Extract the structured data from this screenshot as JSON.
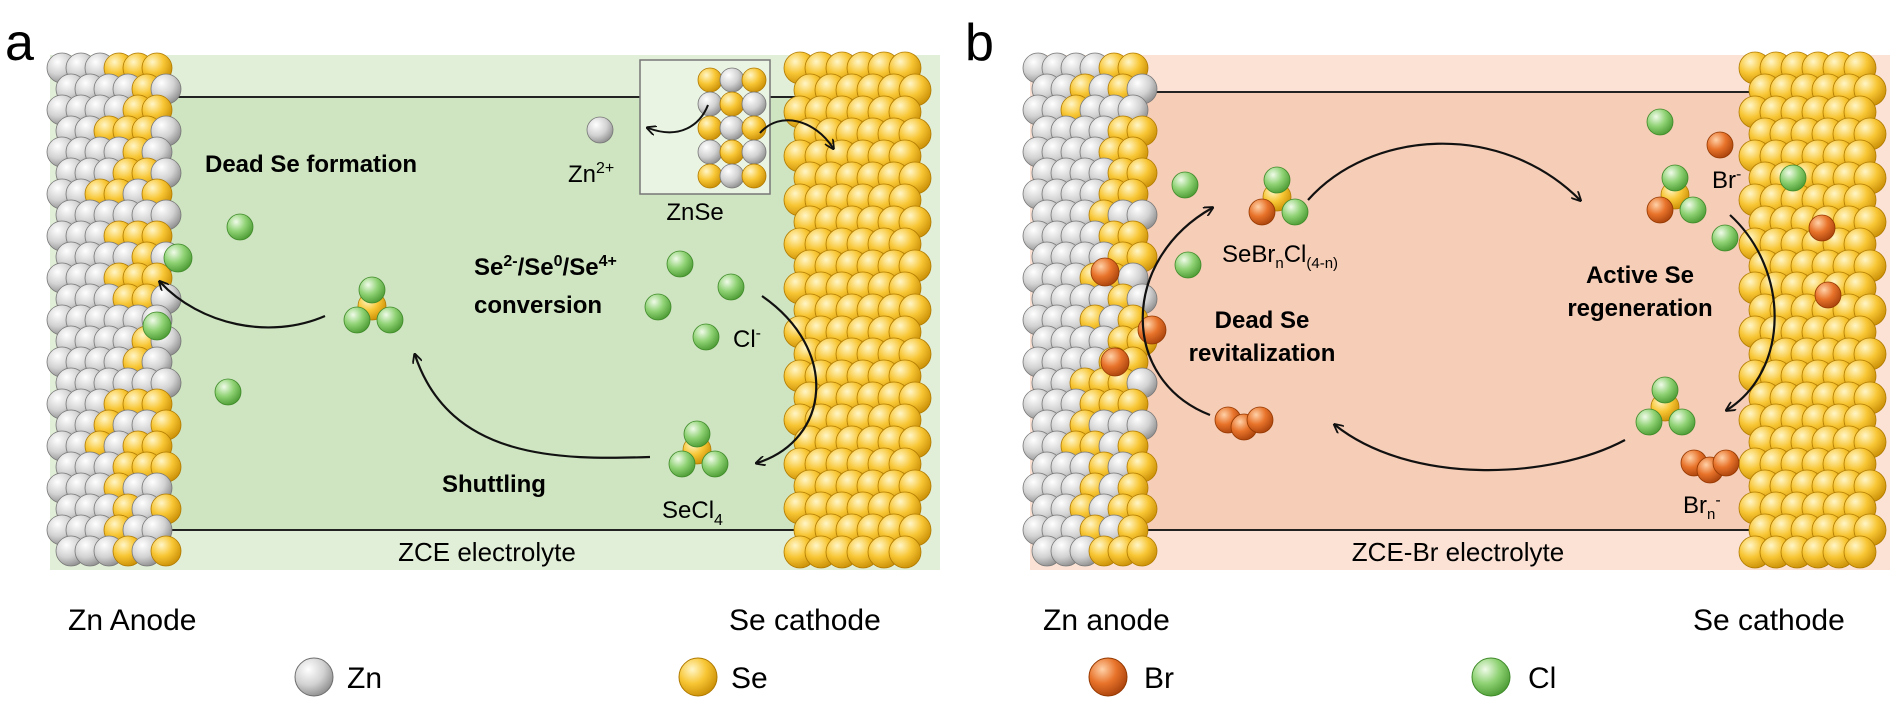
{
  "colors": {
    "zn": "#cfcfcf",
    "se": "#f7c534",
    "br": "#e8732a",
    "cl": "#8ccf72",
    "bg_a": "#d3e7c6",
    "bg_a_light": "#e3f0d9",
    "bg_b": "#f6cdb6",
    "bg_b_light": "#fbe2d4"
  },
  "panel_a": {
    "letter": "a",
    "electrolyte": "ZCE electrolyte",
    "anode": "Zn Anode",
    "cathode": "Se cathode",
    "dead_se": "Dead Se formation",
    "zn2": "Zn",
    "zn2_sup": "2+",
    "znse": "ZnSe",
    "conv_1": "Se",
    "conv_1_sup": "2-",
    "conv_2": "/Se",
    "conv_2_sup": "0",
    "conv_3": "/Se",
    "conv_3_sup": "4+",
    "conversion": "conversion",
    "cl_ion": "Cl",
    "cl_ion_sup": "-",
    "shuttling": "Shuttling",
    "secl4": "SeCl",
    "secl4_sub": "4"
  },
  "panel_b": {
    "letter": "b",
    "electrolyte": "ZCE-Br electrolyte",
    "anode": "Zn anode",
    "cathode": "Se cathode",
    "sebr_1": "SeBr",
    "sebr_sub1": "n",
    "sebr_2": "Cl",
    "sebr_sub2": "(4-n)",
    "br_ion": "Br",
    "br_ion_sup": "-",
    "active_1": "Active Se",
    "active_2": "regeneration",
    "dead_1": "Dead Se",
    "dead_2": "revitalization",
    "brn": "Br",
    "brn_sub": "n",
    "brn_sup": "-"
  },
  "legend": [
    {
      "label": "Zn",
      "icon": "zn-sphere-icon"
    },
    {
      "label": "Se",
      "icon": "se-sphere-icon"
    },
    {
      "label": "Br",
      "icon": "br-sphere-icon"
    },
    {
      "label": "Cl",
      "icon": "cl-sphere-icon"
    }
  ]
}
